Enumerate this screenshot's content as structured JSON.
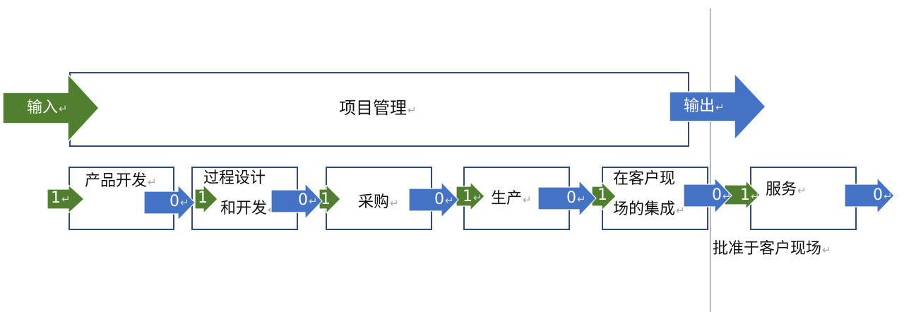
{
  "colors": {
    "input_arrow": "#4f7f2f",
    "output_arrow": "#4472c4",
    "box_border": "#2f4b7c",
    "divider": "#4a78c8"
  },
  "paragraph_mark": "↵",
  "top": {
    "input_label": "输入",
    "project_label": "项目管理",
    "output_label": "输出"
  },
  "steps": [
    {
      "label_line1": "产品开发",
      "label_line2": "",
      "in": "1",
      "out": "0"
    },
    {
      "label_line1": "过程设计",
      "label_line2": "和开发",
      "in": "1",
      "out": "0"
    },
    {
      "label_line1": "采购",
      "label_line2": "",
      "in": "1",
      "out": "0"
    },
    {
      "label_line1": "生产",
      "label_line2": "",
      "in": "1",
      "out": "0"
    },
    {
      "label_line1": "在客户现",
      "label_line2": "场的集成",
      "in": "1",
      "out": "0"
    },
    {
      "label_line1": "服务",
      "label_line2": "",
      "in": "1",
      "out": "0"
    }
  ],
  "approval_label": "批准于客户现场"
}
